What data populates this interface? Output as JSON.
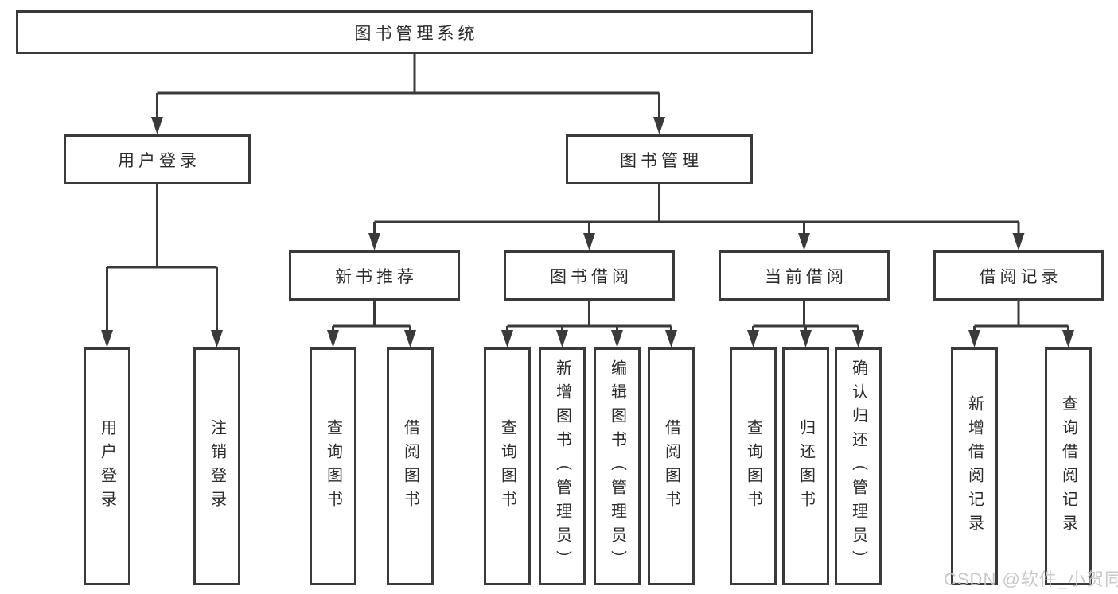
{
  "diagram_type": "hierarchy",
  "tree": {
    "label": "图书管理系统",
    "children": [
      {
        "label": "用户登录",
        "children": [
          {
            "label": "用户登录"
          },
          {
            "label": "注销登录"
          }
        ]
      },
      {
        "label": "图书管理",
        "children": [
          {
            "label": "新书推荐",
            "children": [
              {
                "label": "查询图书"
              },
              {
                "label": "借阅图书"
              }
            ]
          },
          {
            "label": "图书借阅",
            "children": [
              {
                "label": "查询图书"
              },
              {
                "label": "新增图书（管理员）"
              },
              {
                "label": "编辑图书（管理员）"
              },
              {
                "label": "借阅图书"
              }
            ]
          },
          {
            "label": "当前借阅",
            "children": [
              {
                "label": "查询图书"
              },
              {
                "label": "归还图书"
              },
              {
                "label": "确认归还（管理员）"
              }
            ]
          },
          {
            "label": "借阅记录",
            "children": [
              {
                "label": "新增借阅记录"
              },
              {
                "label": "查询借阅记录"
              }
            ]
          }
        ]
      }
    ]
  },
  "watermark": "CSDN @软件_小贺同学",
  "colors": {
    "line": "#3a3a3a",
    "box_border": "#3a3a3a",
    "box_fill": "#ffffff",
    "text": "#2b2b2b",
    "watermark": "#c6c6c6",
    "background": "#ffffff"
  }
}
